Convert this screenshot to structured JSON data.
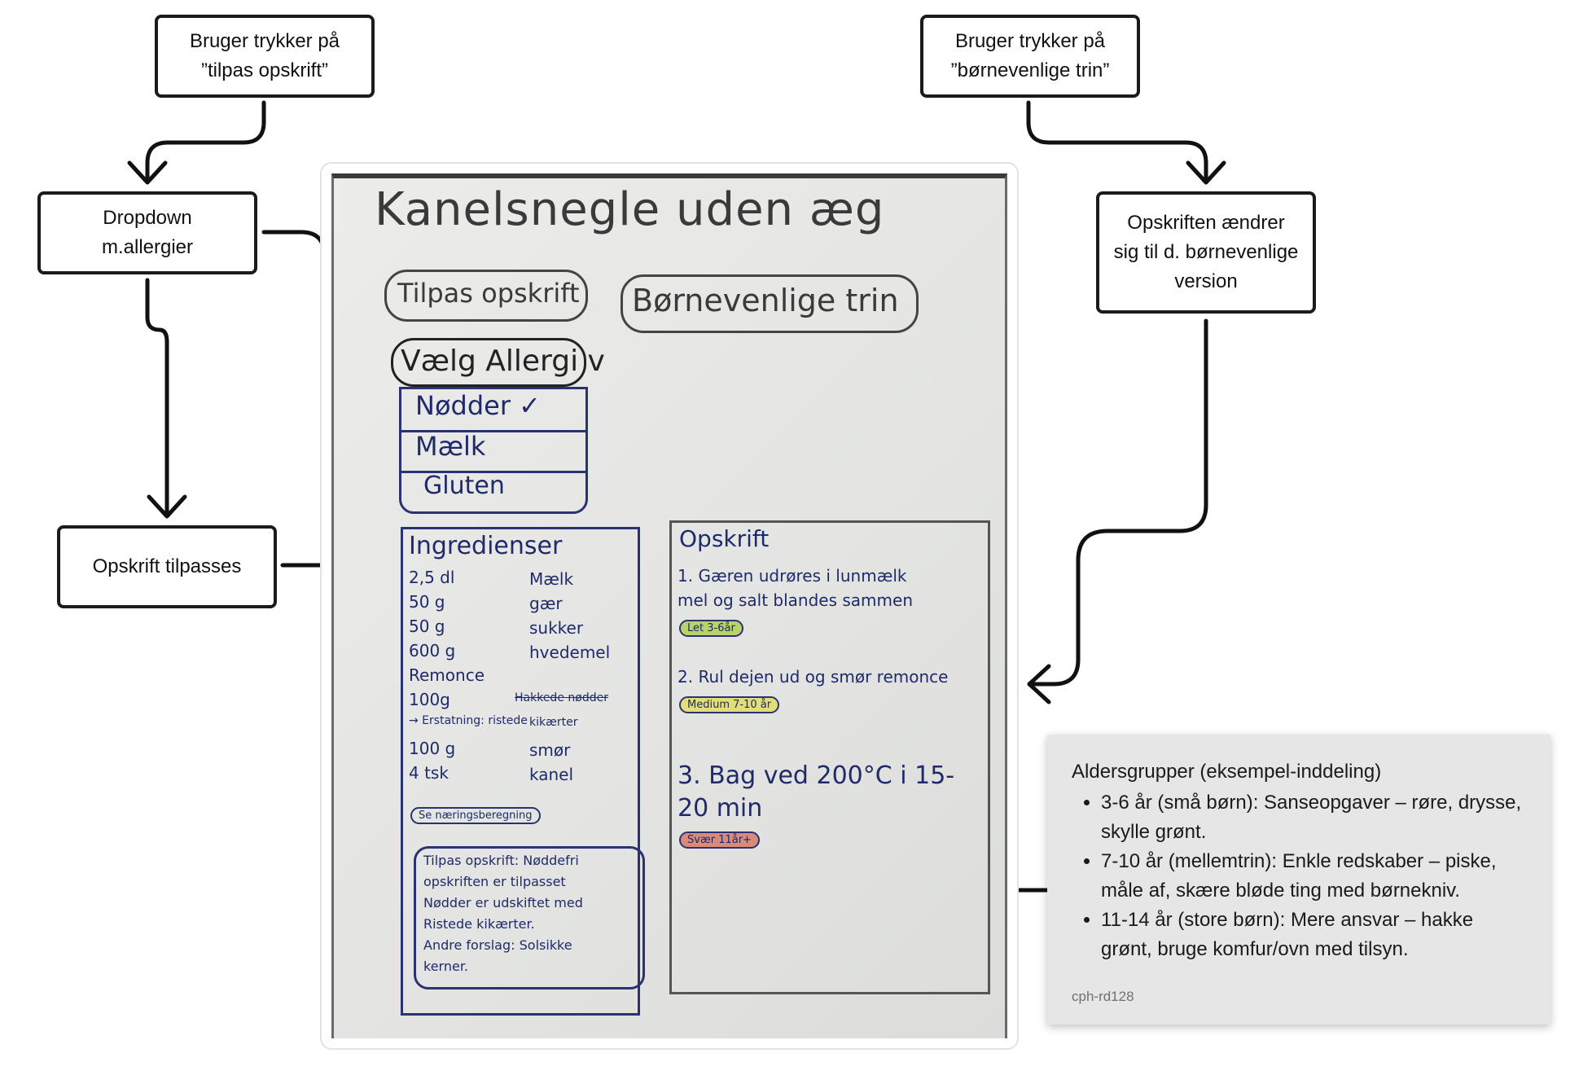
{
  "flow_boxes": {
    "user_tilpas": [
      "Bruger trykker på",
      "”tilpas opskrift”"
    ],
    "dropdown": [
      "Dropdown",
      "m.allergier"
    ],
    "opskrift_tilpasses": [
      "Opskrift tilpasses"
    ],
    "user_born": [
      "Bruger trykker på",
      "”børnevenlige trin”"
    ],
    "opskriften_aendrer": [
      "Opskriften ændrer",
      "sig til d. børnevenlige",
      "version"
    ]
  },
  "sketch": {
    "title": "Kanelsnegle uden æg",
    "btn_tilpas": "Tilpas opskrift",
    "btn_born": "Børnevenlige trin",
    "dropdown_header": "Vælg Allergi v",
    "dropdown_options": [
      "Nødder ✓",
      "Mælk",
      "Gluten"
    ],
    "ingredients_title": "Ingredienser",
    "ingredients": [
      {
        "qty": "2,5 dl",
        "item": "Mælk"
      },
      {
        "qty": "50 g",
        "item": "gær"
      },
      {
        "qty": "50 g",
        "item": "sukker"
      },
      {
        "qty": "600 g",
        "item": "hvedemel"
      },
      {
        "qty": "Remonce",
        "item": ""
      },
      {
        "qty": "100g",
        "item": "Hakkede nødder"
      },
      {
        "qty": "→ Erstatning: ristede",
        "item": "kikærter"
      },
      {
        "qty": "100 g",
        "item": "smør"
      },
      {
        "qty": "4 tsk",
        "item": "kanel"
      }
    ],
    "nutrition_btn": "Se næringsberegning",
    "adapt_note": [
      "Tilpas opskrift: Nøddefri",
      "opskriften er tilpasset",
      "Nødder er udskiftet med",
      "Ristede kikærter.",
      "Andre forslag: Solsikke",
      "kerner."
    ],
    "recipe_title": "Opskrift",
    "steps": [
      {
        "text": [
          "1. Gæren udrøres i lunmælk",
          "mel og salt blandes sammen"
        ],
        "tag": "Let 3-6år"
      },
      {
        "text": [
          "2. Rul dejen ud og smør remonce"
        ],
        "tag": "Medium 7-10 år"
      },
      {
        "text": [
          "3. Bag ved 200°C i 15-",
          "20 min"
        ],
        "tag": "Svær 11år+"
      }
    ]
  },
  "note": {
    "title": "Aldersgrupper (eksempel-inddeling)",
    "items": [
      "3-6 år (små børn): Sanseopgaver – røre, drysse, skylle grønt.",
      "7-10 år (mellemtrin): Enkle redskaber – piske, måle af, skære bløde ting med børnekniv.",
      "11-14 år (store børn): Mere ansvar – hakke grønt, bruge komfur/ovn med tilsyn."
    ],
    "author": "cph-rd128"
  },
  "colors": {
    "box_border": "#1b1b1b",
    "ink_blue": "#1f2a6b",
    "tag_easy": "#b8d36b",
    "tag_medium": "#e2df7a",
    "tag_hard": "#d98b7a",
    "note_bg": "#e6e6e6"
  }
}
